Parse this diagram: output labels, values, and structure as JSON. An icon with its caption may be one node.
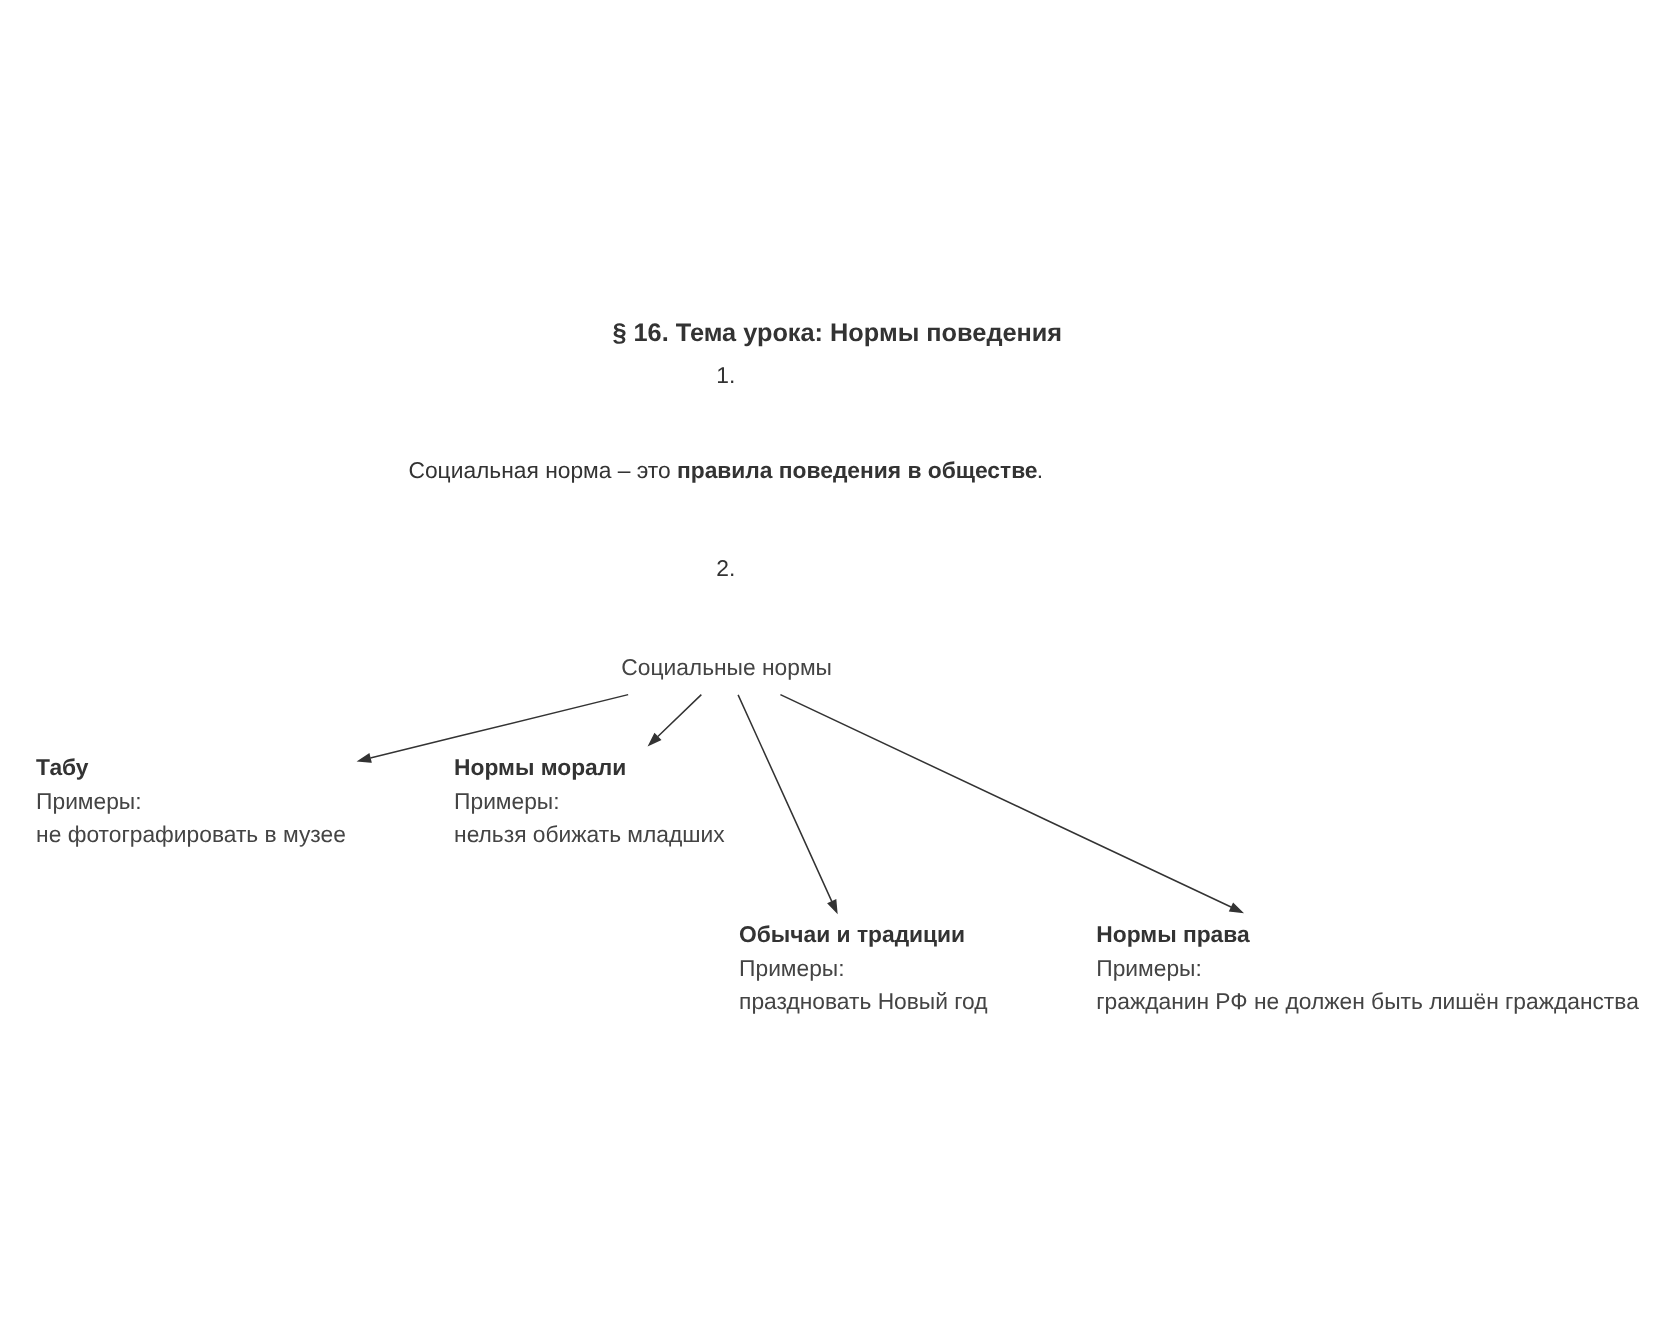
{
  "diagram": {
    "title": "§ 16. Тема урока: Нормы поведения",
    "nodes": [
      {
        "text": [
          "Социальные нормы"
        ]
      },
      {
        "text": [
          "Табу",
          "Примеры:",
          "не фотографировать в музее"
        ]
      },
      {
        "text": [
          "Нормы морали",
          "Примеры:",
          "нельзя обижать младших"
        ]
      },
      {
        "text": [
          "Обычаи и традиции",
          "Примеры:",
          "праздновать Новый год"
        ]
      },
      {
        "text": [
          "Нормы права",
          "Примеры:",
          "гражданин РФ не должен быть лишён гражданства"
        ]
      }
    ],
    "edges": [
      {
        "from": 0,
        "to": 1,
        "arrow": "to"
      },
      {
        "from": 0,
        "to": 2,
        "arrow": "to"
      },
      {
        "from": 0,
        "to": 3,
        "arrow": "to"
      },
      {
        "from": 0,
        "to": 4,
        "arrow": "to"
      }
    ],
    "labels": [
      "1.",
      "Социальная норма – это **правила поведения в обществе**.",
      "2."
    ]
  }
}
